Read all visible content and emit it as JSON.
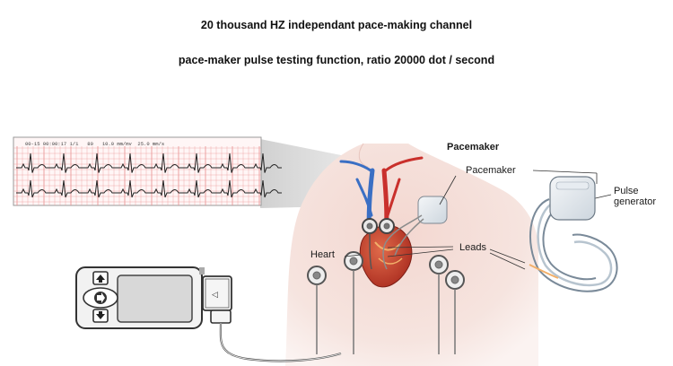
{
  "header": {
    "line1": "20 thousand HZ independant pace-making channel",
    "line2": "pace-maker pulse testing function, ratio 20000 dot / second"
  },
  "ecg_strip": {
    "header_text": "00-15 00:00:17 1/1   80   10.0 mm/mv  25.0 mm/s",
    "grid_color": "#e88f8f",
    "trace_color": "#222222"
  },
  "diagram": {
    "title": "Pacemaker",
    "labels": {
      "pacemaker": "Pacemaker",
      "pulse_generator_line1": "Pulse",
      "pulse_generator_line2": "generator",
      "heart": "Heart",
      "leads": "Leads"
    }
  },
  "device": {
    "icons": [
      "up-arrow-icon",
      "right-arrow-icon",
      "down-arrow-icon"
    ],
    "screen_color": "#d8d8d8"
  }
}
